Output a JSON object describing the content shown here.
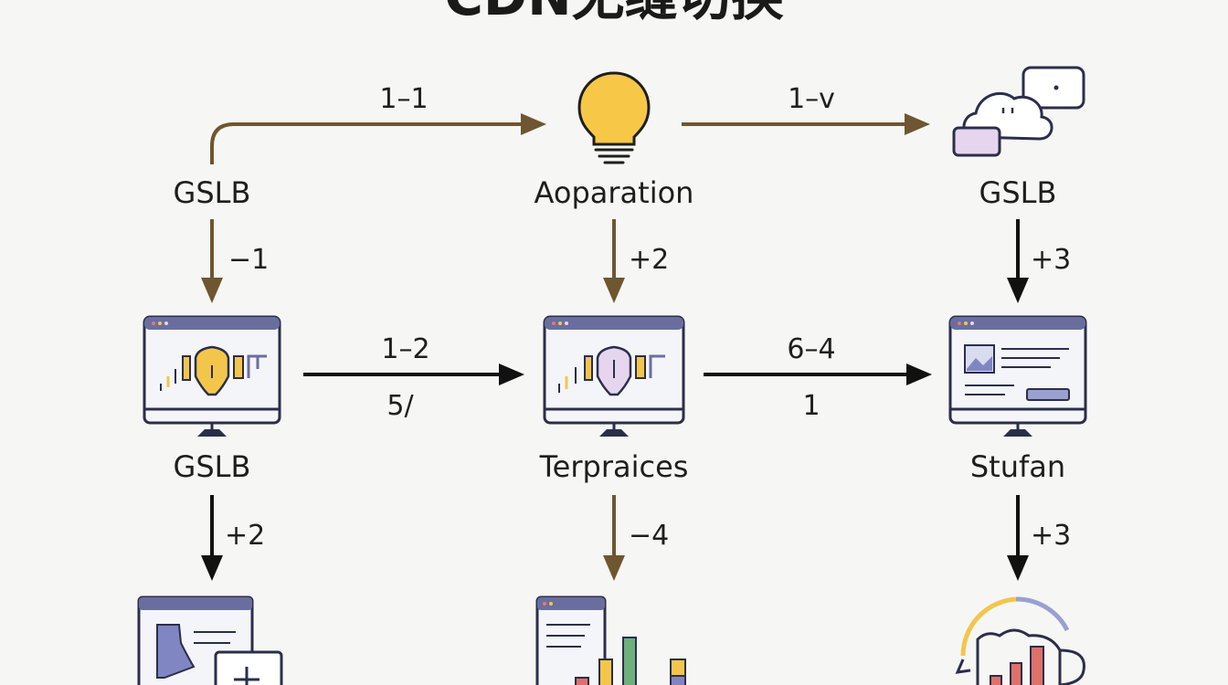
{
  "title": "CDN无缝切换",
  "colors": {
    "brown": "#6e5630",
    "black": "#111111",
    "bulb": "#f7c748",
    "frame": "#5b5f8a",
    "lavender": "#e6d5ee",
    "yellow": "#f3c64b",
    "blue": "#7f86c2",
    "red": "#e0706a",
    "green": "#6db07b"
  },
  "nodes": {
    "gslb_left": "GSLB",
    "aoparation": "Aoparation",
    "gslb_right": "GSLB",
    "gslb_mid_left": "GSLB",
    "terpraices": "Terpraices",
    "stufan": "Stufan"
  },
  "edges": {
    "top_left": "1–1",
    "top_right": "1–v",
    "left_down_1": "−1",
    "center_down_1": "+2",
    "right_down_1": "+3",
    "mid_left_top": "1–2",
    "mid_left_bottom": "5/",
    "mid_right_top": "6–4",
    "mid_right_bottom": "1",
    "left_down_2": "+2",
    "center_down_2": "−4",
    "right_down_2": "+3"
  },
  "icons": [
    "bulb-icon",
    "cloud-icon",
    "monitor-icon",
    "document-icon",
    "bar-chart-icon",
    "gauge-chart-icon"
  ]
}
